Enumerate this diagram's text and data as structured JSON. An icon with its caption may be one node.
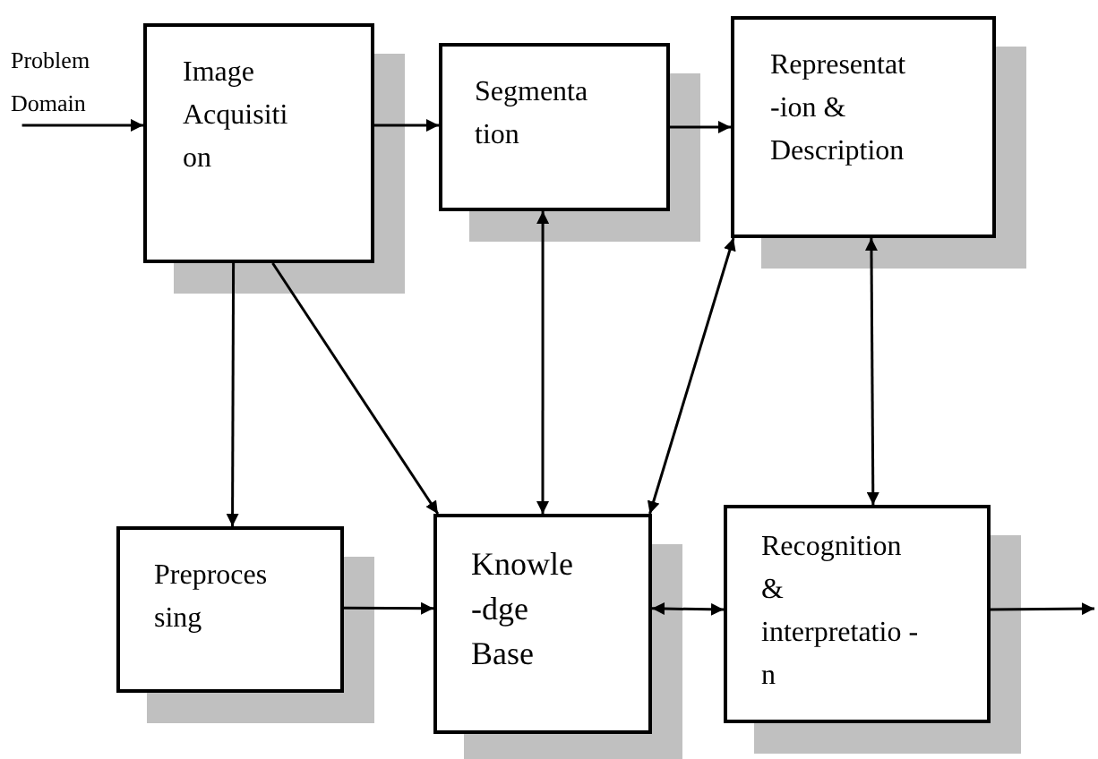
{
  "diagram": {
    "nodes": [
      {
        "text": [
          "Problem Domain"
        ]
      },
      {
        "text": [
          "Image Acquisiti on"
        ]
      },
      {
        "text": [
          "Segmenta tion"
        ]
      },
      {
        "text": [
          "Representat -ion & Description"
        ]
      },
      {
        "text": [
          "Preproces sing"
        ]
      },
      {
        "text": [
          "Knowle -dge Base"
        ]
      },
      {
        "text": [
          "Recognition & interpretatio -n"
        ]
      }
    ],
    "edges": [
      {
        "from": 0,
        "to": 1,
        "arrow": "to"
      },
      {
        "from": 1,
        "to": 2,
        "arrow": "to"
      },
      {
        "from": 2,
        "to": 3,
        "arrow": "to"
      },
      {
        "from": 1,
        "to": 4,
        "arrow": "to"
      },
      {
        "from": 1,
        "to": 5,
        "arrow": "to"
      },
      {
        "from": 2,
        "to": 5,
        "arrow": "both"
      },
      {
        "from": 3,
        "to": 5,
        "arrow": "both"
      },
      {
        "from": 3,
        "to": 6,
        "arrow": "both"
      },
      {
        "from": 4,
        "to": 5,
        "arrow": "to"
      },
      {
        "from": 5,
        "to": 6,
        "arrow": "both"
      },
      {
        "from": 6,
        "to": null,
        "arrow": "to"
      }
    ]
  }
}
